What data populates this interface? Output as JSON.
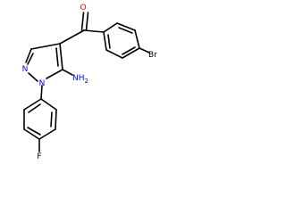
{
  "molecule": {
    "atoms": {
      "oxygen": "O",
      "nitrogen_ring_top": "N",
      "nitrogen_ring_bottom": "N",
      "amine": "NH",
      "amine_subscript": "2",
      "bromine": "Br",
      "fluorine": "F"
    },
    "colors": {
      "bond": "#000000",
      "nitrogen": "#0000ff",
      "oxygen": "#ff0000",
      "halogen": "#000000"
    }
  }
}
